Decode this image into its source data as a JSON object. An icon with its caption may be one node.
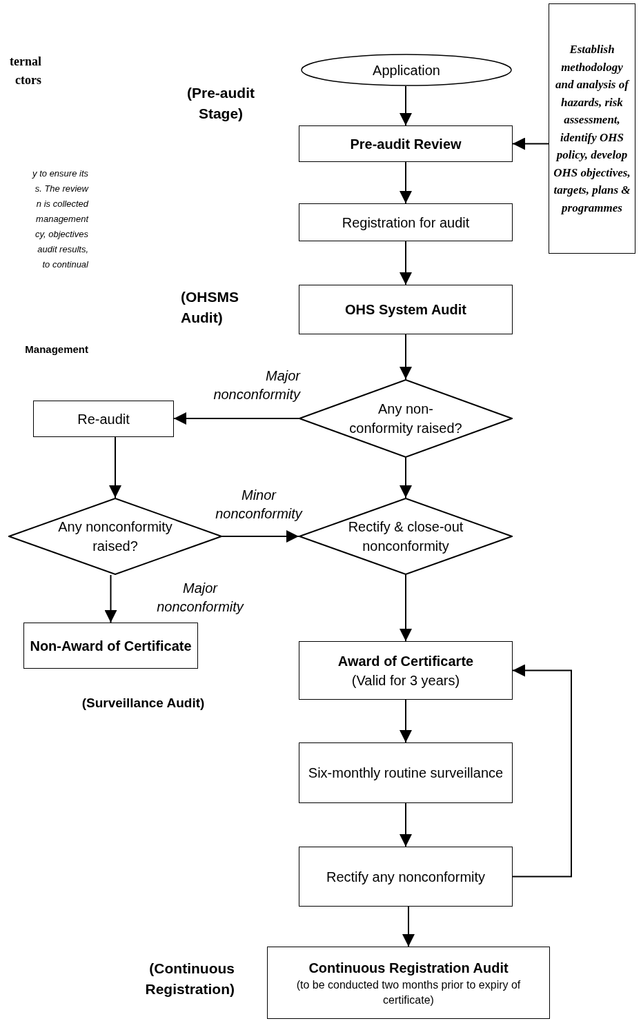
{
  "diagram": {
    "nodes": [
      {
        "text": [
          "Application"
        ]
      },
      {
        "text": [
          "Pre-audit Review"
        ]
      },
      {
        "text": [
          "Establish methodology and analysis of hazards, risk assessment, identify OHS policy, develop OHS objectives, targets, plans & programmes"
        ]
      },
      {
        "text": [
          "Registration for audit"
        ]
      },
      {
        "text": [
          "OHS System Audit"
        ]
      },
      {
        "text": [
          "Any non-conformity raised?"
        ]
      },
      {
        "text": [
          "Re-audit"
        ]
      },
      {
        "text": [
          "Any nonconformity raised?"
        ]
      },
      {
        "text": [
          "Rectify & close-out nonconformity"
        ]
      },
      {
        "text": [
          "Non-Award of Certificate"
        ]
      },
      {
        "text": [
          "Award of Certificarte",
          "(Valid for 3 years)"
        ]
      },
      {
        "text": [
          "Six-monthly routine surveillance"
        ]
      },
      {
        "text": [
          "Rectify any nonconformity"
        ]
      },
      {
        "text": [
          "Continuous Registration Audit",
          "(to be conducted two months prior to expiry of certificate)"
        ]
      }
    ],
    "edges": [
      {
        "from": 0,
        "to": 1,
        "arrow": "to"
      },
      {
        "from": 2,
        "to": 1,
        "arrow": "to"
      },
      {
        "from": 1,
        "to": 3,
        "arrow": "to"
      },
      {
        "from": 3,
        "to": 4,
        "arrow": "to"
      },
      {
        "from": 4,
        "to": 5,
        "arrow": "to"
      },
      {
        "from": 5,
        "to": 6,
        "arrow": "to",
        "label": "Major nonconformity"
      },
      {
        "from": 5,
        "to": 8,
        "arrow": "to"
      },
      {
        "from": 6,
        "to": 7,
        "arrow": "to"
      },
      {
        "from": 7,
        "to": 8,
        "arrow": "to",
        "label": "Minor nonconformity"
      },
      {
        "from": 7,
        "to": 9,
        "arrow": "to",
        "label": "Major *nonconformity*"
      },
      {
        "from": 8,
        "to": 10,
        "arrow": "to"
      },
      {
        "from": 10,
        "to": 11,
        "arrow": "to"
      },
      {
        "from": 11,
        "to": 12,
        "arrow": "to"
      },
      {
        "from": 12,
        "to": 10,
        "arrow": "to"
      },
      {
        "from": 12,
        "to": 13,
        "arrow": "to"
      }
    ],
    "labels": [
      "ternal",
      "ctors",
      "(Pre-audit Stage)",
      "y to ensure its",
      "s. The review",
      "n is collected",
      "management",
      "cy, objectives",
      "audit results,",
      "to continual",
      "(OHSMS Audit)",
      "Management",
      "(Surveillance Audit)",
      "(Continuous Registration)"
    ]
  }
}
